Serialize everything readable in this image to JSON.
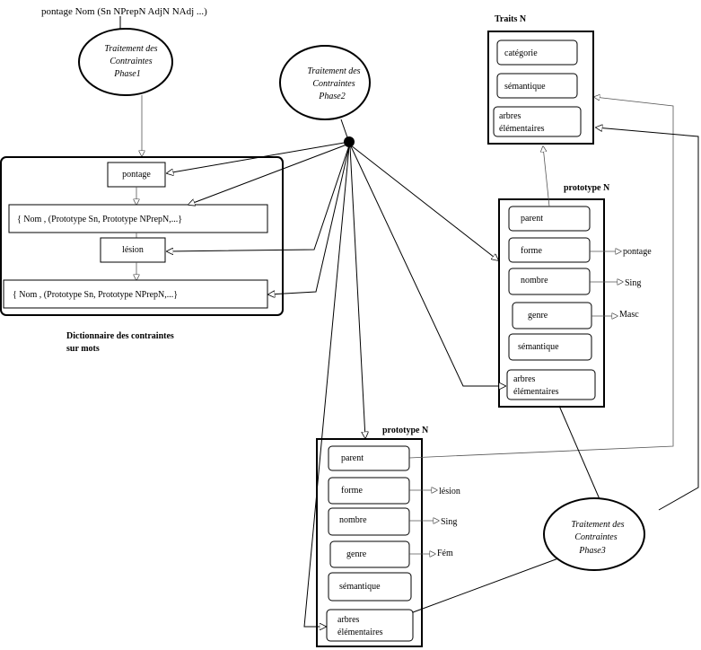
{
  "header_text": "pontage Nom (Sn NPrepN AdjN NAdj ...)",
  "phase1": {
    "line1": "Traitement des",
    "line2": "Contraintes",
    "line3": "Phase1"
  },
  "phase2": {
    "line1": "Traitement des",
    "line2": "Contraintes",
    "line3": "Phase2"
  },
  "phase3": {
    "line1": "Traitement des",
    "line2": "Contraintes",
    "line3": "Phase3"
  },
  "dictionary": {
    "word1": "pontage",
    "list1": "{ Nom , (Prototype Sn, Prototype NPrepN,...}",
    "word2": "lésion",
    "list2": "{ Nom , (Prototype Sn, Prototype NPrepN,...}",
    "caption_line1": "Dictionnaire des contraintes",
    "caption_line2": "sur mots"
  },
  "traits": {
    "title": "Traits N",
    "items": [
      "catégorie",
      "sémantique"
    ],
    "arbres_line1": "arbres",
    "arbres_line2": "élémentaires"
  },
  "proto_right": {
    "title": "prototype N",
    "items": [
      "parent",
      "forme",
      "nombre",
      "genre",
      "sémantique"
    ],
    "arbres_line1": "arbres",
    "arbres_line2": "élémentaires",
    "values": {
      "forme": "pontage",
      "nombre": "Sing",
      "genre": "Masc"
    }
  },
  "proto_bottom": {
    "title": "prototype N",
    "items": [
      "parent",
      "forme",
      "nombre",
      "genre",
      "sémantique"
    ],
    "arbres_line1": "arbres",
    "arbres_line2": "élémentaires",
    "values": {
      "forme": "lésion",
      "nombre": "Sing",
      "genre": "Fém"
    }
  }
}
